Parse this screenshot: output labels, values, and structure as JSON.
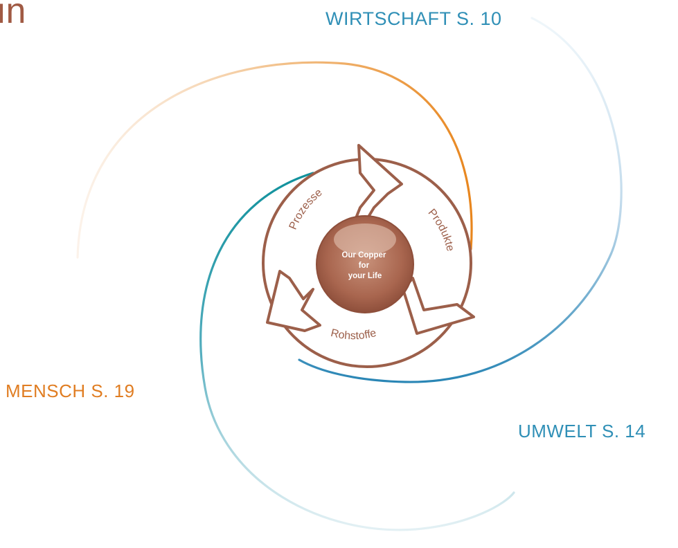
{
  "heading_fragment": "in",
  "labels": {
    "wirtschaft": "WIRTSCHAFT S. 10",
    "mensch": "MENSCH S. 19",
    "umwelt": "UMWELT S. 14"
  },
  "cycle": {
    "steps": [
      "Prozesse",
      "Produkte",
      "Rohstoffe"
    ],
    "center_lines": [
      "Our Copper",
      "for",
      "your Life"
    ]
  },
  "colors": {
    "copper": "#9c5f4a",
    "orange": "#e8861e",
    "teal": "#1a95a8",
    "blue": "#2f8fb6"
  }
}
